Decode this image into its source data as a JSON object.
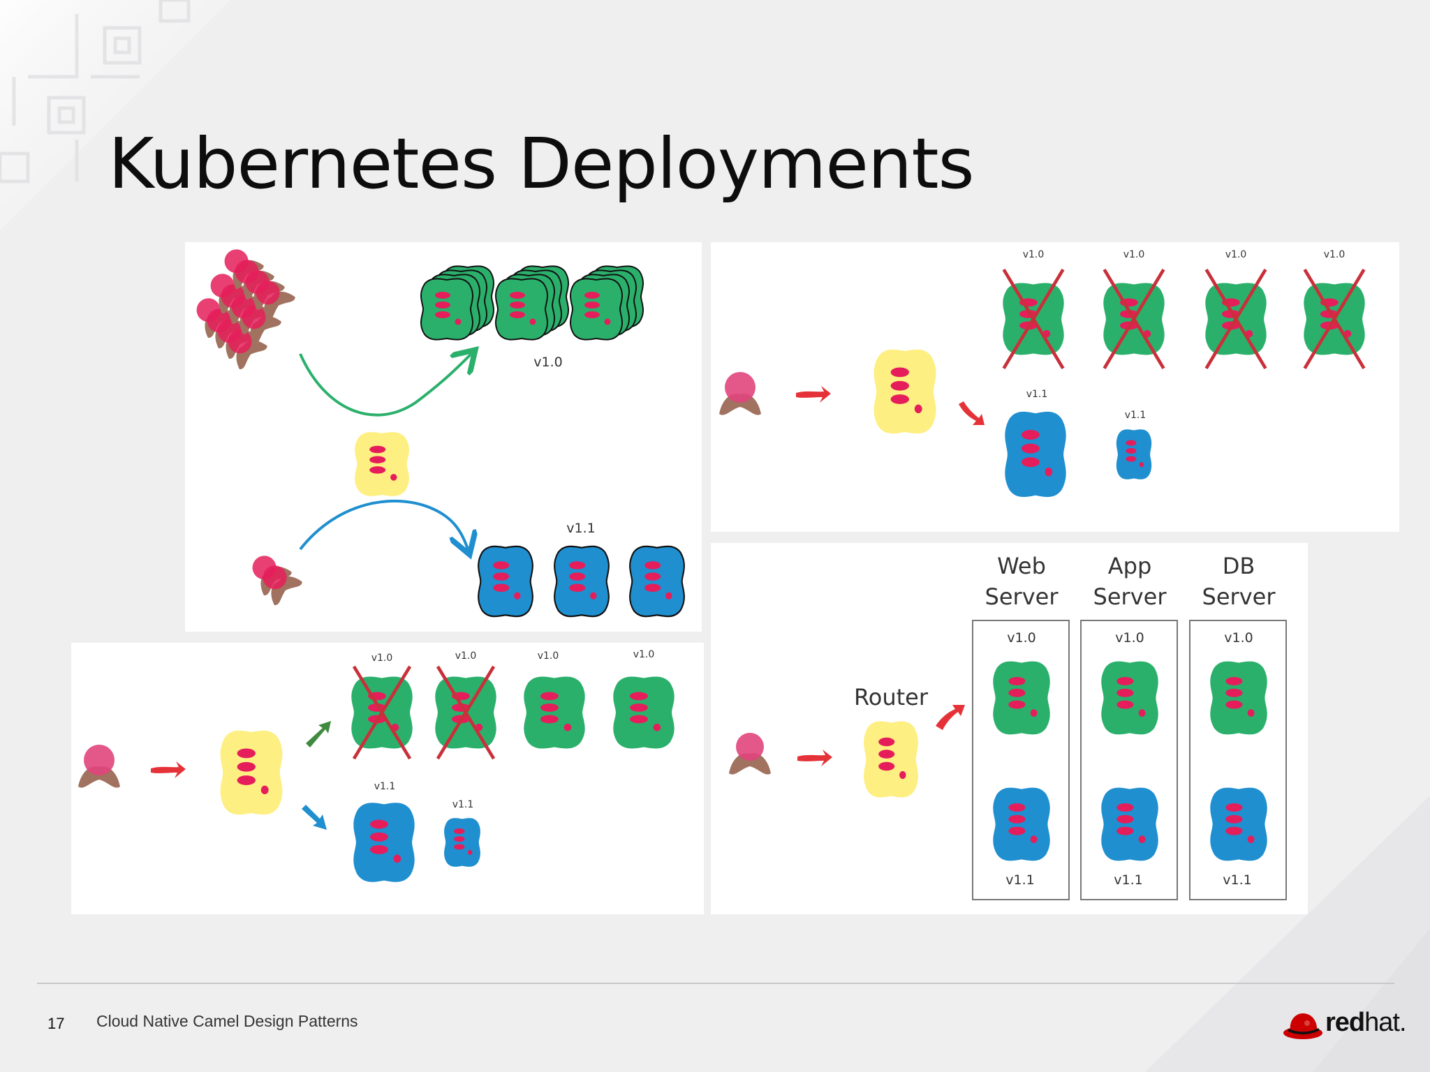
{
  "slide": {
    "title": "Kubernetes Deployments",
    "page_number": "17",
    "deck_title": "Cloud Native Camel Design Patterns",
    "logo_text_bold": "red",
    "logo_text_light": "hat."
  },
  "panel_top_left": {
    "label_old": "v1.0",
    "label_new": "v1.1"
  },
  "panel_top_right": {
    "old_labels": [
      "v1.0",
      "v1.0",
      "v1.0",
      "v1.0"
    ],
    "new_labels": [
      "v1.1",
      "v1.1"
    ]
  },
  "panel_bottom_left": {
    "old_labels": [
      "v1.0",
      "v1.0",
      "v1.0",
      "v1.0"
    ],
    "new_labels": [
      "v1.1",
      "v1.1"
    ]
  },
  "panel_bottom_right": {
    "router_label": "Router",
    "columns": [
      {
        "heading_1": "Web",
        "heading_2": "Server",
        "top_label": "v1.0",
        "bottom_label": "v1.1"
      },
      {
        "heading_1": "App",
        "heading_2": "Server",
        "top_label": "v1.0",
        "bottom_label": "v1.1"
      },
      {
        "heading_1": "DB",
        "heading_2": "Server",
        "top_label": "v1.0",
        "bottom_label": "v1.1"
      }
    ]
  },
  "colors": {
    "green": "#2bb06c",
    "blue": "#1f8fcf",
    "yellow": "#fdef82",
    "pink": "#e51e5b",
    "brown": "#a0725f",
    "red": "#e53238",
    "cross": "#c8303a"
  }
}
